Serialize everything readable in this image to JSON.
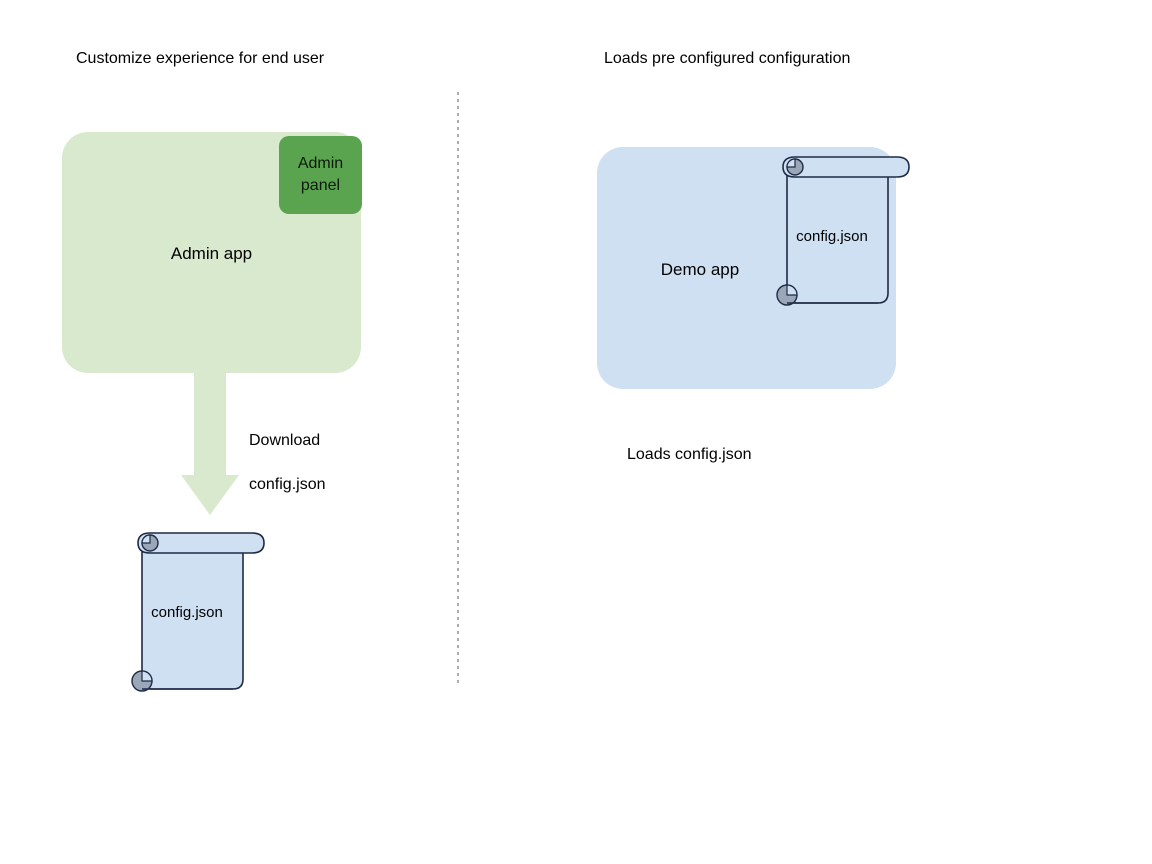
{
  "diagram": {
    "background_color": "#ffffff",
    "sections": [
      {
        "id": "left",
        "title": "Customize experience for end user"
      },
      {
        "id": "right",
        "title": "Loads pre configured configuration"
      }
    ],
    "divider": {
      "style": "dotted-vertical",
      "color": "#9e9e9e"
    },
    "nodes": {
      "admin_app": {
        "label": "Admin app",
        "fill": "#d9e9cd"
      },
      "admin_panel": {
        "label": "Admin\npanel",
        "label_line1": "Admin",
        "label_line2": "panel",
        "fill": "#5aa34f"
      },
      "demo_app": {
        "label": "Demo app",
        "fill": "#cfe0f3"
      },
      "config_doc_left": {
        "label": "config.json",
        "fill": "#cfe0f3",
        "stroke": "#1f2a44"
      },
      "config_doc_right": {
        "label": "config.json",
        "fill": "#cfe0f3",
        "stroke": "#1f2a44"
      }
    },
    "edges": {
      "download_arrow": {
        "label": "Download\nconfig.json",
        "label_line1": "Download",
        "label_line2": "config.json",
        "fill": "#d9e9cd",
        "direction": "down"
      }
    },
    "captions": {
      "loads_config": "Loads config.json"
    }
  }
}
